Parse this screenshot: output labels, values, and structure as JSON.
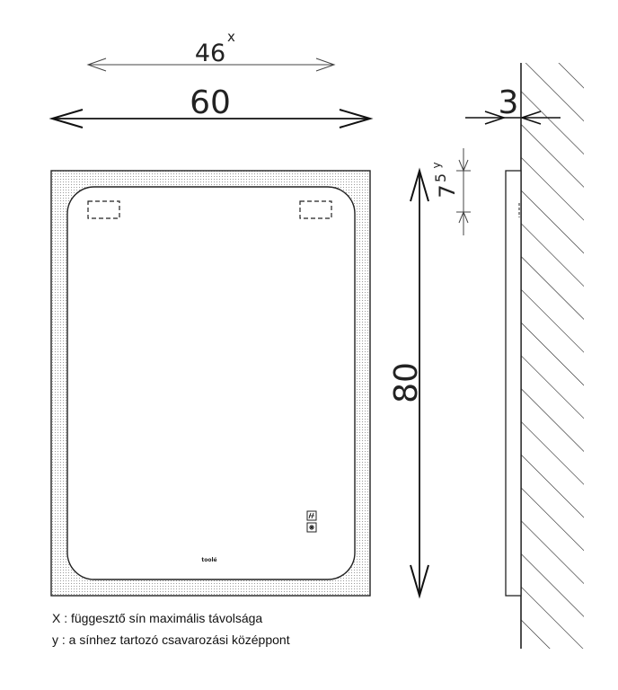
{
  "dimensions": {
    "rail_distance": "46",
    "rail_distance_sup": "x",
    "width": "60",
    "height": "80",
    "depth": "3",
    "screw_offset": "7",
    "screw_offset_sup": "5",
    "screw_offset_mark": "y"
  },
  "panel_icons": {
    "logo": "toolé",
    "button_1_icon": "dimmer-icon",
    "button_2_icon": "defog-icon"
  },
  "legend": {
    "x_note": "X : függesztő sín maximális távolsága",
    "y_note": "y : a sínhez tartozó csavarozási középpont"
  },
  "colors": {
    "line": "#222222",
    "frame_dots": "#9a9a9a",
    "hatch": "#222222"
  }
}
